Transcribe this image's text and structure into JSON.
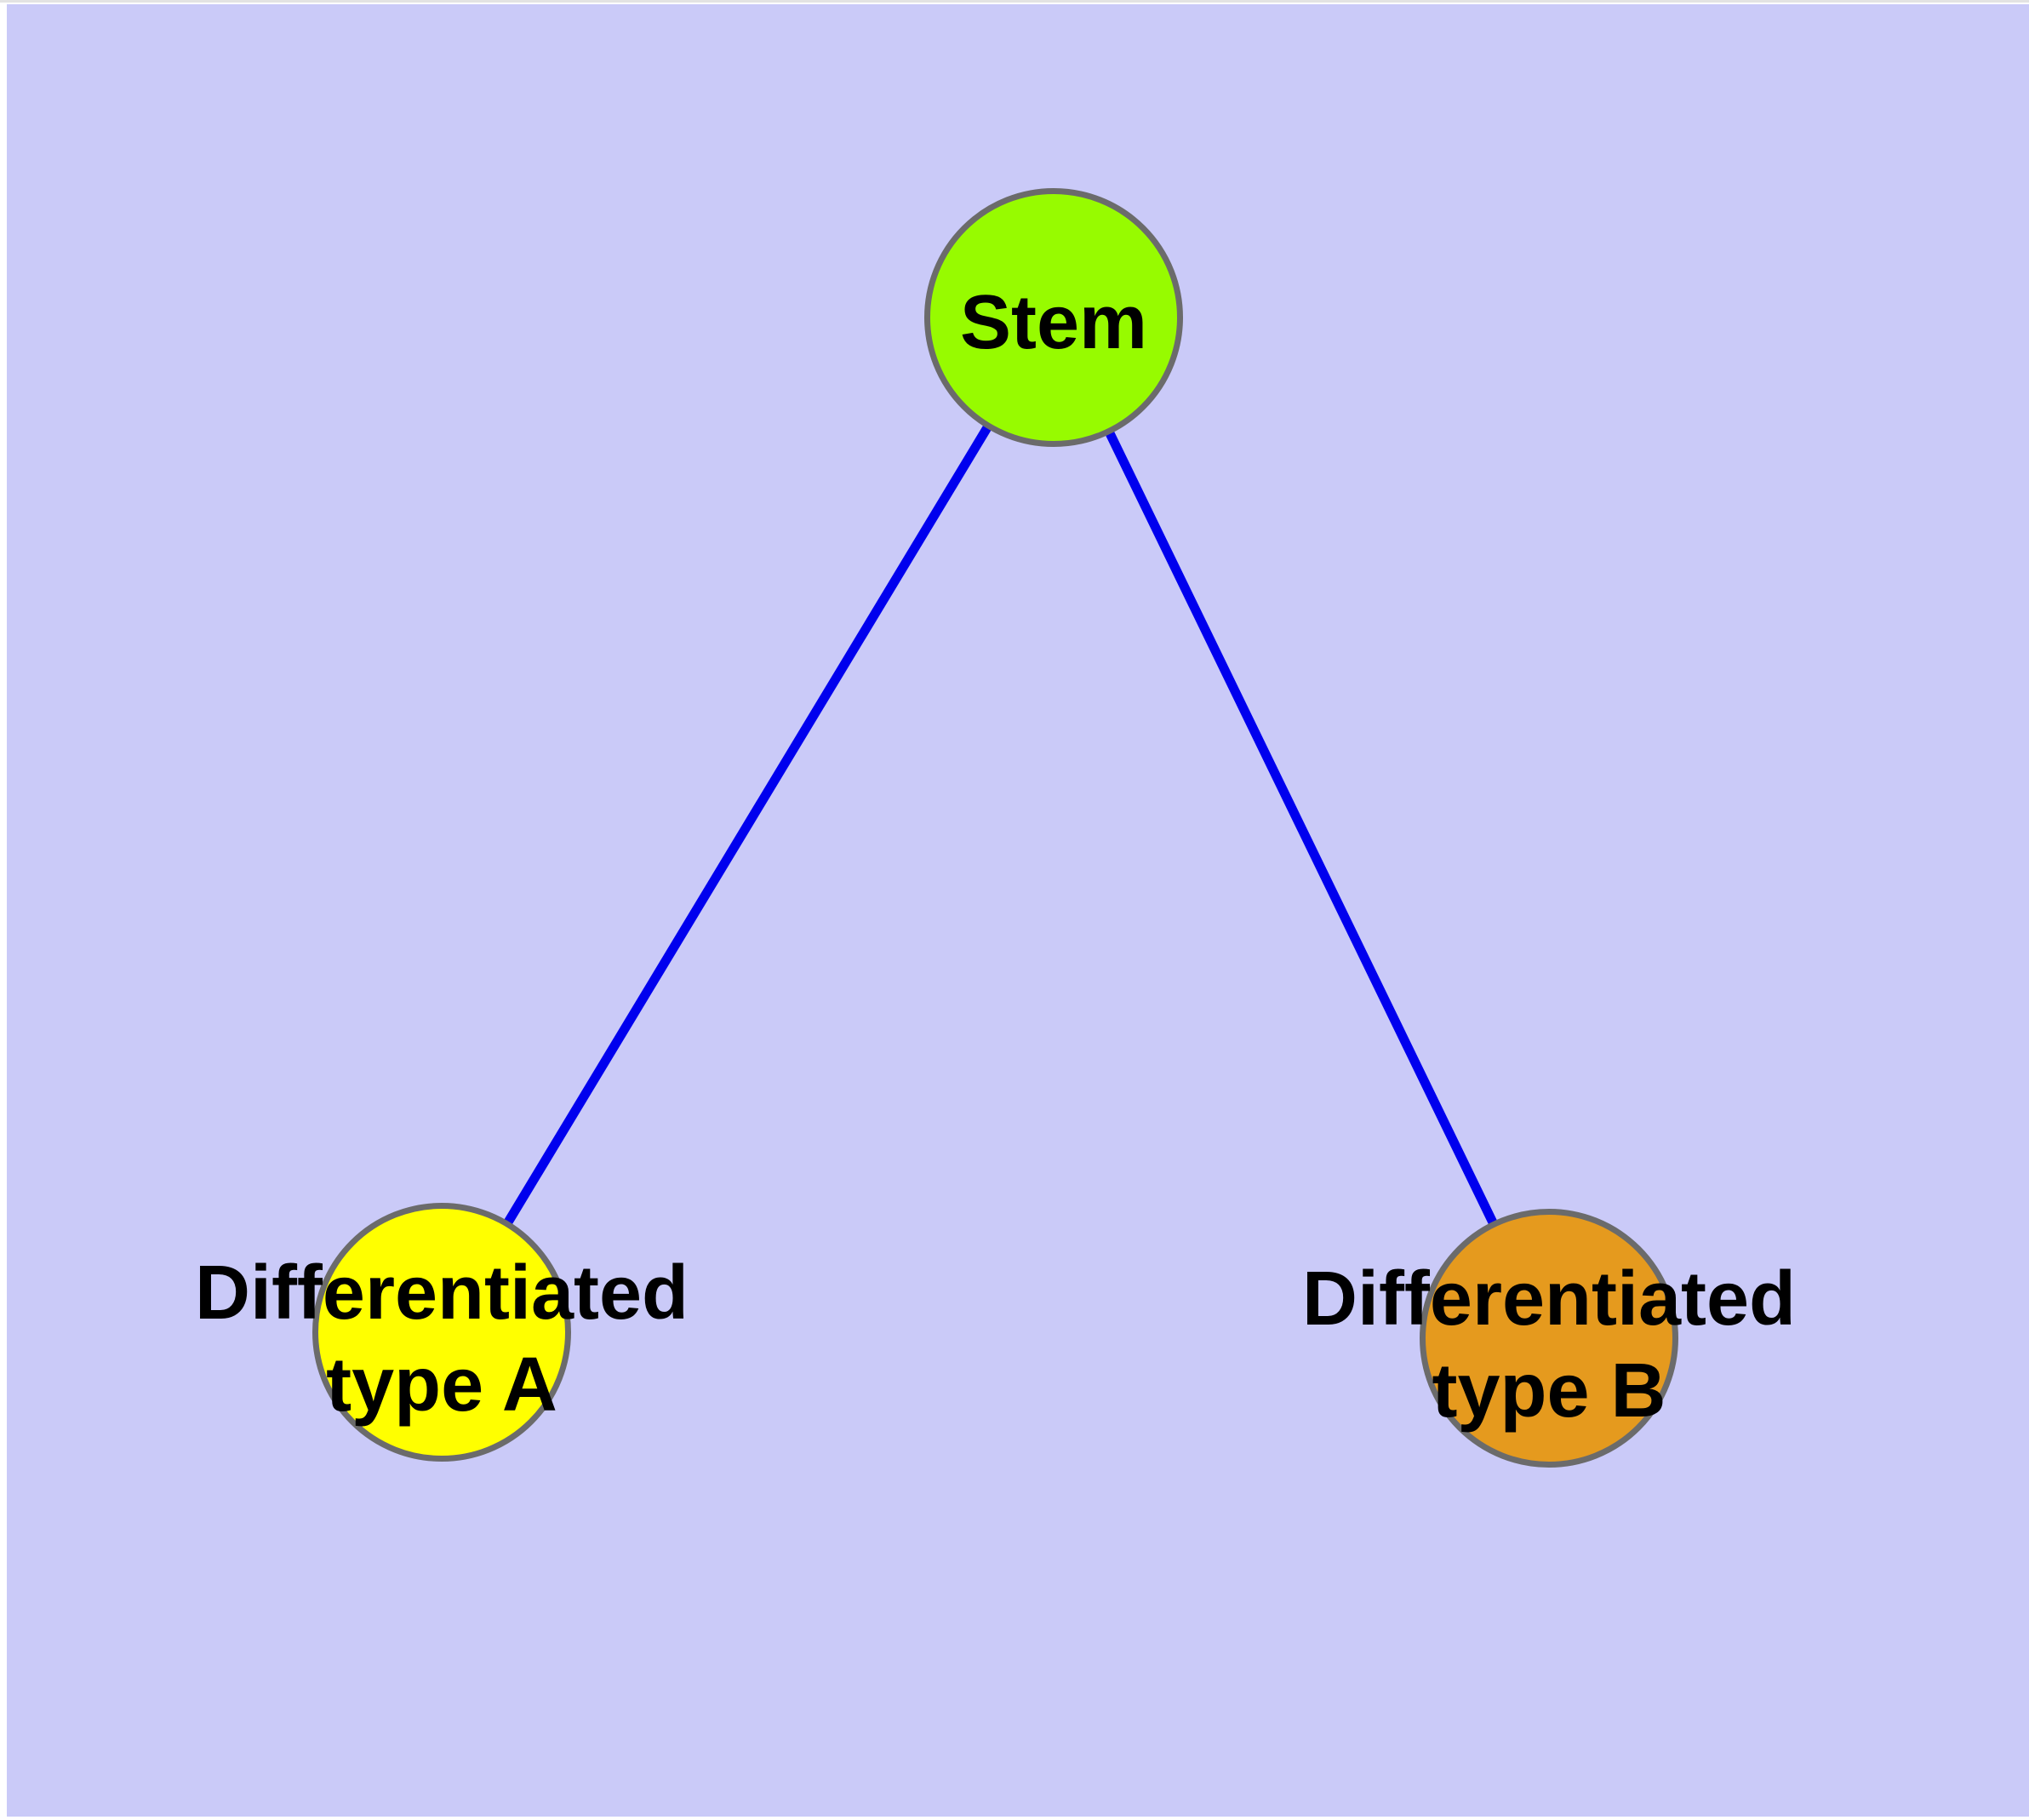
{
  "background": {
    "page_color": "#ffffff",
    "panel_color": "#cacaf8"
  },
  "graph": {
    "type": "node-link-diagram",
    "edge_color": "#0000ee",
    "node_border_color": "#6b6b6b",
    "label_color": "#000000",
    "nodes": [
      {
        "id": "stem",
        "label": "Stem",
        "line1": "Stem",
        "line2": "",
        "fill": "#97fb00"
      },
      {
        "id": "type-a",
        "label": "Differentiated type A",
        "line1": "Differentiated",
        "line2": "type A",
        "fill": "#ffff00"
      },
      {
        "id": "type-b",
        "label": "Differentiated type B",
        "line1": "Differentiated",
        "line2": "type B",
        "fill": "#e59a1e"
      }
    ],
    "edges": [
      {
        "from": "Stem",
        "to": "Differentiated type A"
      },
      {
        "from": "Stem",
        "to": "Differentiated type B"
      }
    ]
  }
}
